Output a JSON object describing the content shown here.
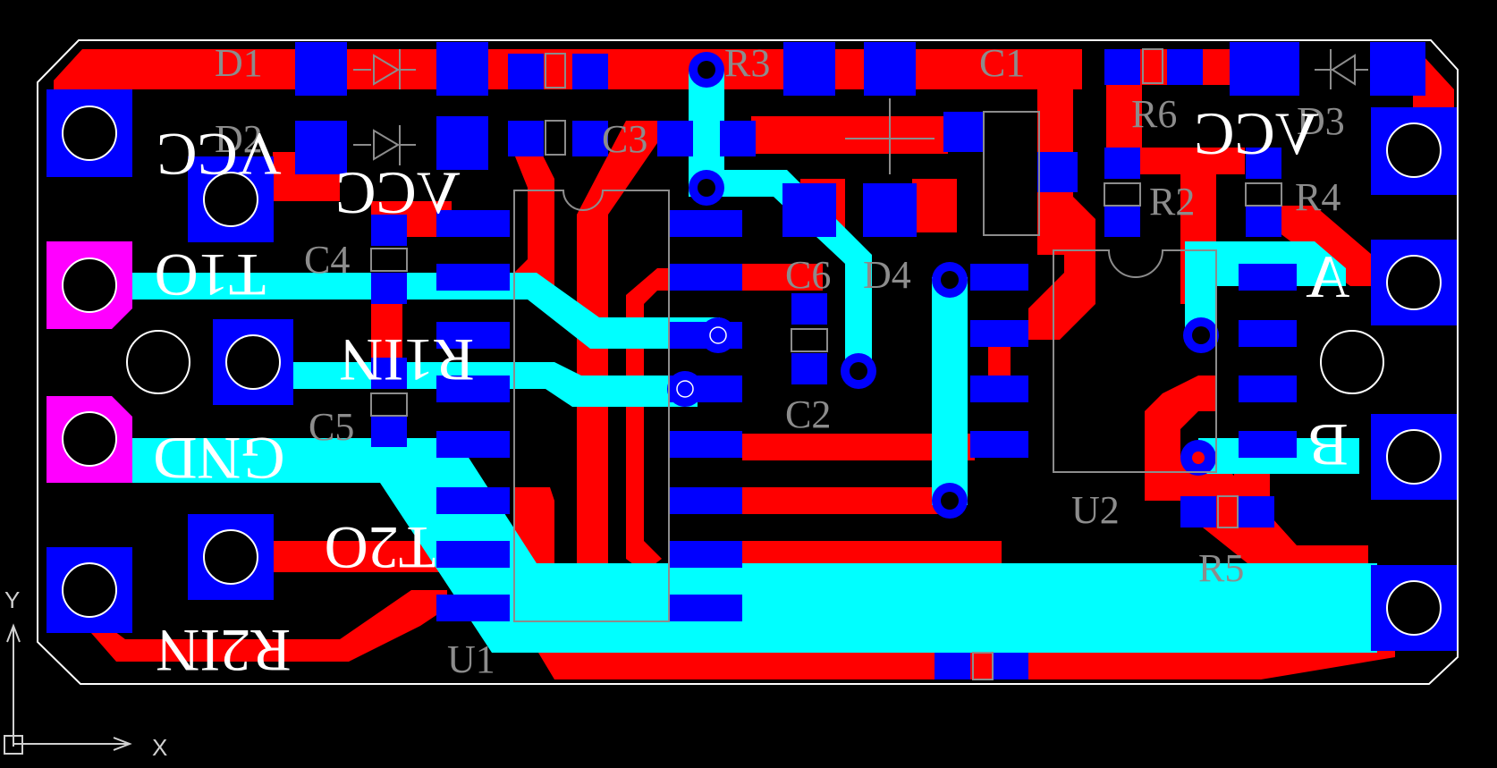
{
  "colors": {
    "background": "#000000",
    "top_copper": "#ff0000",
    "bottom_copper": "#00ffff",
    "pad": "#0000ff",
    "special_pad": "#ff00ff",
    "outline": "#ffffff",
    "silkscreen": "#8c8c8c"
  },
  "mirrored_labels": {
    "vcc_top_left": "VCC",
    "vcc_mid_left": "VCC",
    "vcc_right": "VCC",
    "t1o": "T1O",
    "r1in": "R1IN",
    "gnd": "GND",
    "t2o": "T2O",
    "r2in": "R2IN",
    "a": "A",
    "b": "B"
  },
  "silk_labels": {
    "d1": "D1",
    "d2": "D2",
    "d3": "D3",
    "d4": "D4",
    "r2": "R2",
    "r3": "R3",
    "r4": "R4",
    "r5": "R5",
    "r6": "R6",
    "c1": "C1",
    "c2": "C2",
    "c3": "C3",
    "c4": "C4",
    "c5": "C5",
    "c6": "C6",
    "u1": "U1",
    "u2": "U2"
  },
  "axis": {
    "x_label": "X",
    "y_label": "Y"
  }
}
